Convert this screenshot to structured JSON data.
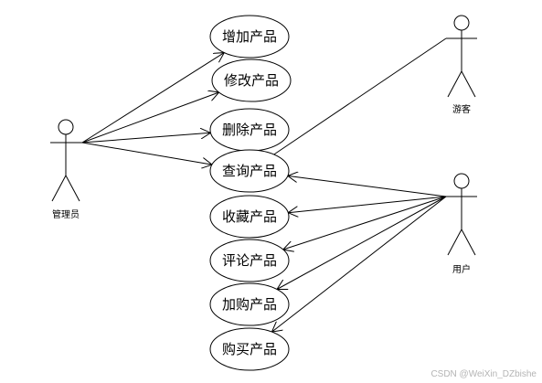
{
  "actors": {
    "admin": "管理员",
    "visitor": "游客",
    "user": "用户"
  },
  "use_cases": {
    "add": "增加产品",
    "modify": "修改产品",
    "delete": "删除产品",
    "query": "查询产品",
    "favorite": "收藏产品",
    "review": "评论产品",
    "cart": "加购产品",
    "buy": "购买产品"
  },
  "relations": [
    {
      "from": "admin",
      "to": "add",
      "arrow": true
    },
    {
      "from": "admin",
      "to": "modify",
      "arrow": true
    },
    {
      "from": "admin",
      "to": "delete",
      "arrow": true
    },
    {
      "from": "admin",
      "to": "query",
      "arrow": true
    },
    {
      "from": "visitor",
      "to": "query",
      "arrow": false
    },
    {
      "from": "user",
      "to": "query",
      "arrow": true
    },
    {
      "from": "user",
      "to": "favorite",
      "arrow": true
    },
    {
      "from": "user",
      "to": "review",
      "arrow": true
    },
    {
      "from": "user",
      "to": "cart",
      "arrow": true
    },
    {
      "from": "user",
      "to": "buy",
      "arrow": true
    }
  ],
  "watermark": "CSDN @WeiXin_DZbishe",
  "colors": {
    "stroke": "#000000",
    "background": "#ffffff",
    "watermark": "#b4b4b4"
  }
}
